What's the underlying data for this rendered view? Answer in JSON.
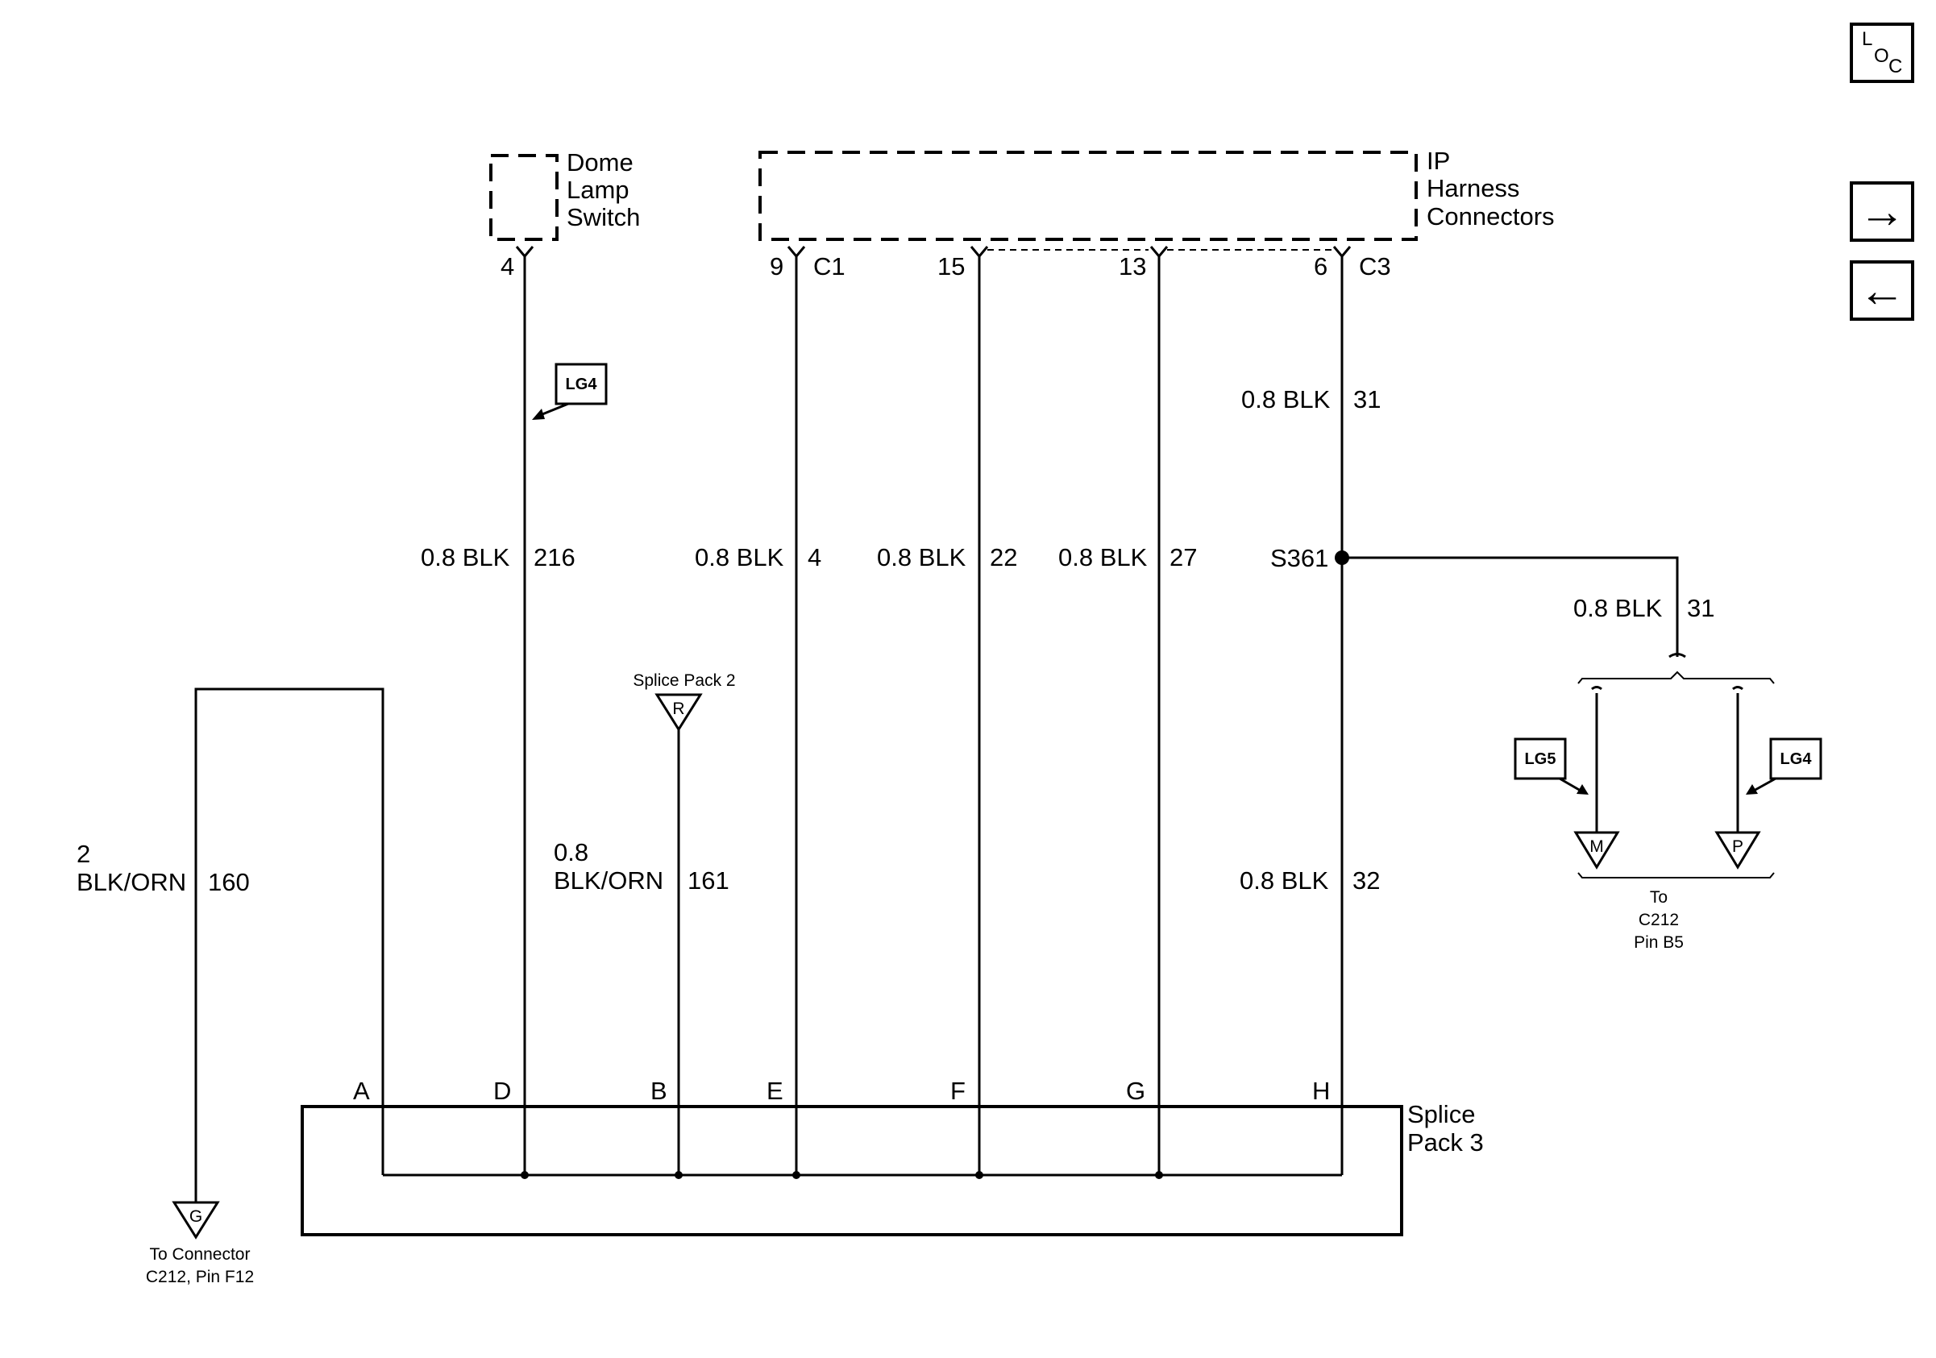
{
  "components": {
    "dome_lamp_switch": [
      "Dome",
      "Lamp",
      "Switch"
    ],
    "ip_harness": [
      "IP",
      "Harness",
      "Connectors"
    ],
    "splice_pack_3": [
      "Splice",
      "Pack 3"
    ],
    "splice_pack_2": "Splice Pack 2"
  },
  "connector_pins": {
    "dome_pin": "4",
    "c1_pin": "9",
    "c1_name": "C1",
    "pin_15": "15",
    "pin_13": "13",
    "c3_pin": "6",
    "c3_name": "C3"
  },
  "wires": {
    "w216": {
      "gauge_color": "0.8 BLK",
      "circuit": "216"
    },
    "w4": {
      "gauge_color": "0.8 BLK",
      "circuit": "4"
    },
    "w22": {
      "gauge_color": "0.8 BLK",
      "circuit": "22"
    },
    "w27": {
      "gauge_color": "0.8 BLK",
      "circuit": "27"
    },
    "w31_top": {
      "gauge_color": "0.8 BLK",
      "circuit": "31"
    },
    "w32": {
      "gauge_color": "0.8 BLK",
      "circuit": "32"
    },
    "w31_right": {
      "gauge_color": "0.8 BLK",
      "circuit": "31"
    },
    "w160": {
      "gauge": "2",
      "color": "BLK/ORN",
      "circuit": "160"
    },
    "w161": {
      "gauge": "0.8",
      "color": "BLK/ORN",
      "circuit": "161"
    }
  },
  "splice": {
    "name": "S361"
  },
  "splice_pack_letters": [
    "A",
    "D",
    "B",
    "E",
    "F",
    "G",
    "H"
  ],
  "ground_refs": {
    "g": "G",
    "r": "R",
    "m": "M",
    "p": "P"
  },
  "locator_tags": {
    "lg4_top": "LG4",
    "lg5": "LG5",
    "lg4_right": "LG4"
  },
  "notes": {
    "to_connector": [
      "To Connector",
      "C212, Pin F12"
    ],
    "to_c212": [
      "To",
      "C212",
      "Pin B5"
    ]
  },
  "nav": {
    "loc_l": "L",
    "loc_o": "O",
    "loc_c": "C",
    "next_arrow": "→",
    "prev_arrow": "←"
  }
}
